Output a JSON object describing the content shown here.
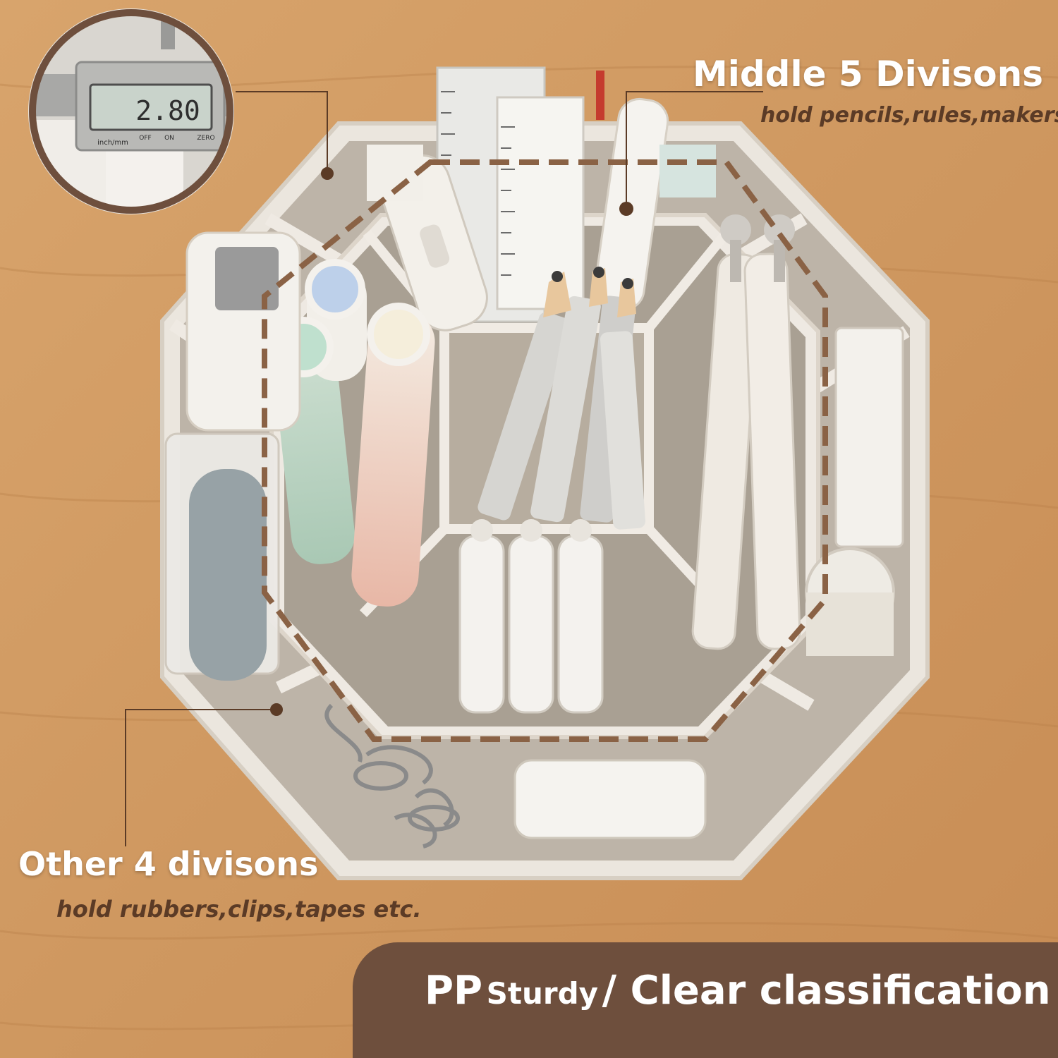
{
  "colors": {
    "wood": "#d09a62",
    "wood_dark": "#b5804b",
    "organizer_white": "#ece7df",
    "compartment_taupe": "#b7aea2",
    "accent_brown": "#6e4f3d",
    "dashed_brown": "#8a6245"
  },
  "callouts": {
    "middle": {
      "title": "Middle 5 Divisons",
      "subtitle": "hold pencils,rules,makers"
    },
    "other": {
      "title": "Other 4 divisons",
      "subtitle": "hold rubbers,clips,tapes etc."
    }
  },
  "inset": {
    "reading": "2.80",
    "button_labels": [
      "inch/mm",
      "OFF",
      "ON",
      "ZERO"
    ]
  },
  "banner": {
    "pp": "PP",
    "sturdy": "Sturdy",
    "rest": "/ Clear classification"
  }
}
